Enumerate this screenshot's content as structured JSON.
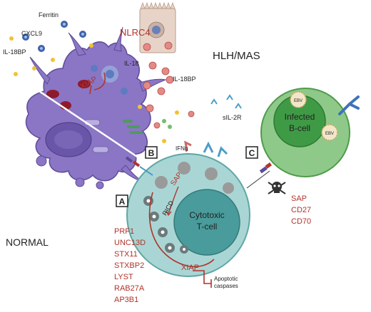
{
  "labels": {
    "cxcl9": "CXCL9",
    "ferritin": "Ferritin",
    "il18bp_left": "IL-18BP",
    "nlrc4": "NLRC4",
    "hlh_mas": "HLH/MAS",
    "il18": "IL-18",
    "il18bp_right": "IL-18BP",
    "xiap_top": "XIAP",
    "sil2r": "sIL-2R",
    "ifng": "IFNg",
    "sap_mid": "SAP",
    "ricd": "RICD",
    "cytotoxic_line1": "Cytotoxic",
    "cytotoxic_line2": "T-cell",
    "infected_line1": "Infected",
    "infected_line2": "B-cell",
    "ebv1": "EBV",
    "ebv2": "EBV",
    "normal": "NORMAL",
    "box_a": "A",
    "box_b": "B",
    "box_c": "C",
    "xiap_bottom": "XIAP",
    "apoptotic_line1": "Apoptotic",
    "apoptotic_line2": "caspases"
  },
  "genes": [
    "PRF1",
    "UNC13D",
    "STX11",
    "STXBP2",
    "LYST",
    "RAB27A",
    "AP3B1"
  ],
  "c_genes": [
    "SAP",
    "CD27",
    "CD70"
  ],
  "colors": {
    "macrophage": "#8a76c4",
    "macrophage_dark": "#5f4a9a",
    "tcell": "#a9d6d4",
    "tcell_nucleus": "#4a9b9b",
    "bcell": "#8fc98a",
    "bcell_nucleus": "#3f9a45",
    "red_text": "#b0342c",
    "epithelial": "#e7d3c7"
  }
}
